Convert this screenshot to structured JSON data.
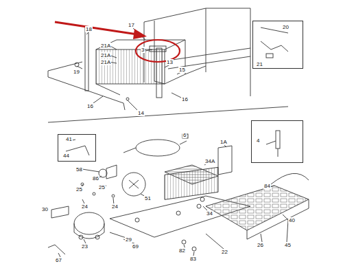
{
  "diagram": {
    "nodes": [
      {
        "text": [
          "20",
          "21"
        ]
      },
      {
        "text": [
          "4"
        ]
      },
      {
        "text": [
          "41",
          "44"
        ]
      }
    ],
    "labels": [
      "18",
      "17",
      "3",
      "21A",
      "21A",
      "21A",
      "19",
      "13",
      "15",
      "16",
      "16",
      "14",
      "6",
      "1A",
      "34A",
      "58",
      "86",
      "25",
      "25",
      "24",
      "24",
      "30",
      "29",
      "23",
      "67",
      "69",
      "51",
      "34",
      "22",
      "82",
      "83",
      "84",
      "40",
      "45",
      "26"
    ]
  }
}
